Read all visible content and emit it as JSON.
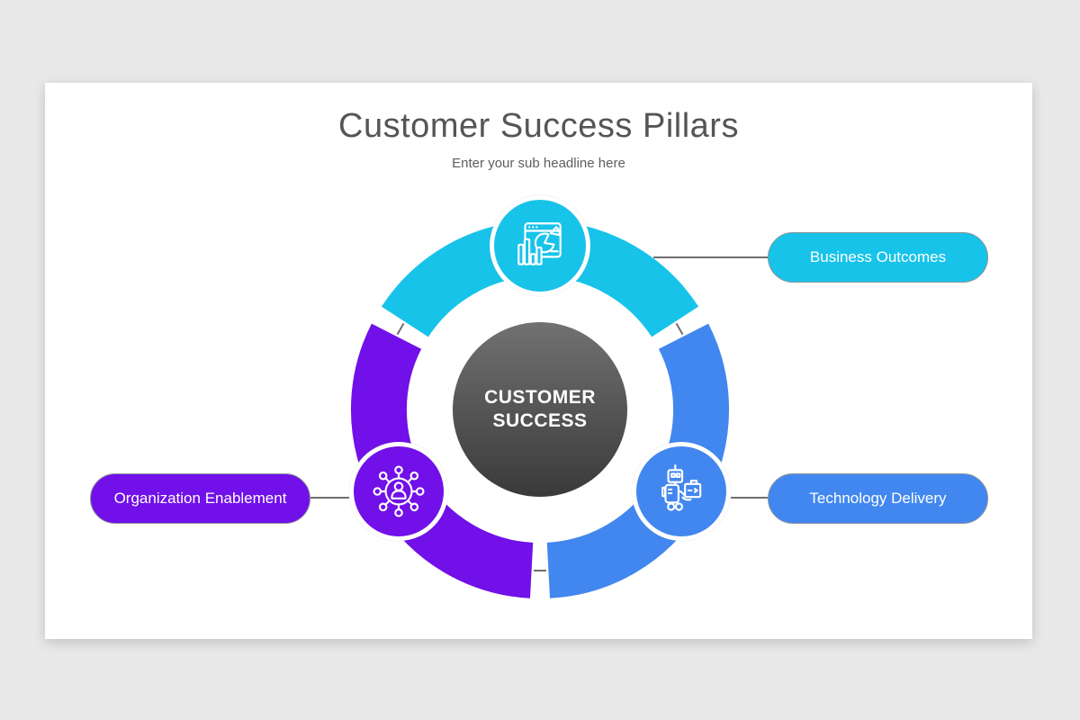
{
  "slide": {
    "title": "Customer Success Pillars",
    "subtitle": "Enter your sub headline here"
  },
  "center_circle": {
    "label": "CUSTOMER SUCCESS"
  },
  "pillars": [
    {
      "label": "Business Outcomes",
      "icon": "analytics-dashboard-icon",
      "color": "#17c3e9",
      "position": "top"
    },
    {
      "label": "Technology Delivery",
      "icon": "delivery-robot-icon",
      "color": "#4287ef",
      "position": "right"
    },
    {
      "label": "Organization Enablement",
      "icon": "people-network-icon",
      "color": "#7110e8",
      "position": "left"
    }
  ],
  "colors": {
    "cyan": "#17c3e9",
    "blue": "#4287ef",
    "purple": "#7110e8",
    "gray_top": "#717171",
    "gray_bottom": "#3a3a3a",
    "connector": "#6f6f6f",
    "title_text": "#545557",
    "subtitle_text": "#5e5e5e",
    "pill_text": "#ffffff",
    "pill_border": "#8f9499",
    "slide_bg": "#ffffff",
    "page_bg": "#e8e8e8"
  }
}
